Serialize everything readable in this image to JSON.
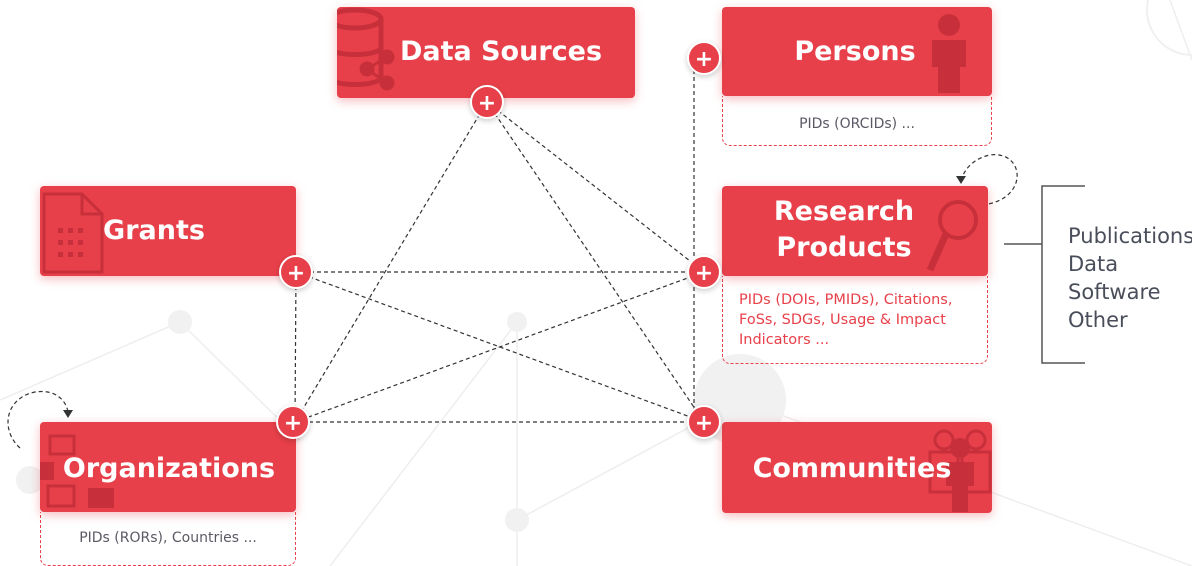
{
  "entities": {
    "data_sources": "Data Sources",
    "persons": "Persons",
    "grants": "Grants",
    "research_products_line1": "Research",
    "research_products_line2": "Products",
    "organizations": "Organizations",
    "communities": "Communities"
  },
  "attributes": {
    "persons": "PIDs (ORCIDs) ...",
    "research_products": [
      "PIDs (DOIs, PMIDs), Citations,",
      "FoSs, SDGs, Usage & Impact",
      "Indicators ..."
    ],
    "organizations": "PIDs (RORs), Countries ..."
  },
  "research_product_types": [
    "Publications",
    "Data",
    "Software",
    "Other"
  ],
  "plus_symbol": "+",
  "colors": {
    "accent": "#e8404a",
    "text_grey": "#5a5a66",
    "edge": "#3a3a3a"
  },
  "icons": {
    "data_sources": "database-share-icon",
    "persons": "person-icon",
    "grants": "document-icon",
    "research_products": "magnifier-icon",
    "organizations": "org-chart-icon",
    "communities": "group-icon"
  }
}
